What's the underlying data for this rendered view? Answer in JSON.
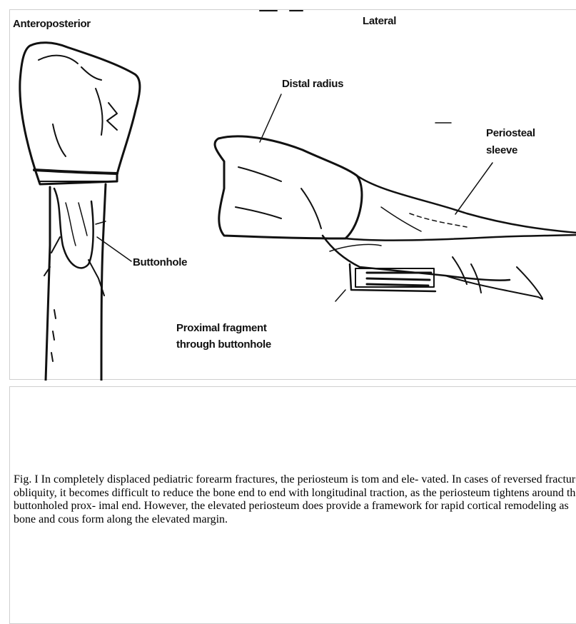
{
  "figure": {
    "labels": {
      "anteroposterior": "Anteroposterior",
      "lateral": "Lateral",
      "distal_radius": "Distal radius",
      "periosteal_sleeve_1": "Periosteal",
      "periosteal_sleeve_2": "sleeve",
      "buttonhole": "Buttonhole",
      "proximal_fragment_1": "Proximal fragment",
      "proximal_fragment_2": "through buttonhole"
    }
  },
  "caption": {
    "text": "Fig. I In completely displaced pediatric forearm fractures, the periosteum is tom and ele- vated. In cases of reversed fracture obliquity, it becomes difficult to reduce the bone end to end with longitudinal traction, as the periosteum tightens around the buttonholed prox- imal end. However, the elevated periosteum does provide a framework for rapid cortical remodeling as bone and cous form along the elevated margin."
  }
}
